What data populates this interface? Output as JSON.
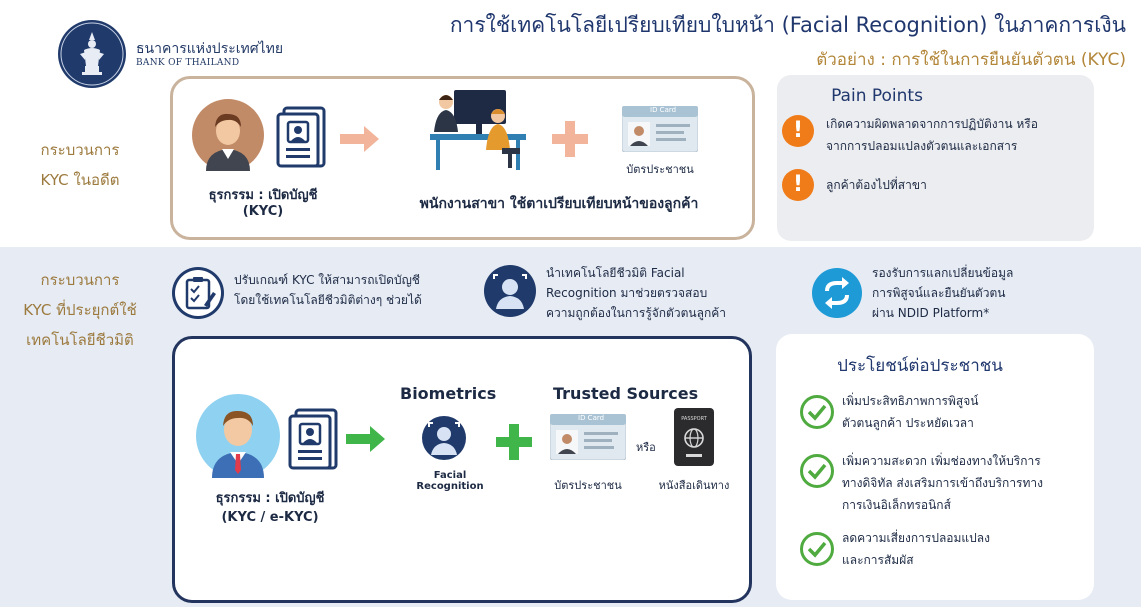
{
  "header": {
    "org_name_th": "ธนาคารแห่งประเทศไทย",
    "org_name_en": "BANK OF THAILAND",
    "title": "การใช้เทคโนโลยีเปรียบเทียบใบหน้า (Facial Recognition) ในภาคการเงิน",
    "subtitle": "ตัวอย่าง : การใช้ในการยืนยันตัวตน (KYC)"
  },
  "past": {
    "section_label_line1": "กระบวนการ",
    "section_label_line2": "KYC ในอดีต",
    "transaction_label": "ธุรกรรม : เปิดบัญชี",
    "transaction_code": "(KYC)",
    "id_card_badge": "ID Card",
    "id_card_label": "บัตรประชาชน",
    "staff_caption": "พนักงานสาขา ใช้ตาเปรียบเทียบหน้าของลูกค้า"
  },
  "pain_points": {
    "title": "Pain Points",
    "items": [
      {
        "line1": "เกิดความผิดพลาดจากการปฏิบัติงาน หรือ",
        "line2": "จากการปลอมแปลงตัวตนและเอกสาร"
      },
      {
        "line1": "ลูกค้าต้องไปที่สาขา",
        "line2": ""
      }
    ]
  },
  "new_process": {
    "section_label_line1": "กระบวนการ",
    "section_label_line2": "KYC ที่ประยุกต์ใช้",
    "section_label_line3": "เทคโนโลยีชีวมิติ",
    "features": [
      {
        "line1": "ปรับเกณฑ์ KYC ให้สามารถเปิดบัญชี",
        "line2": "โดยใช้เทคโนโลยีชีวมิติต่างๆ ช่วยได้",
        "line3": ""
      },
      {
        "line1": "นำเทคโนโลยีชีวมิติ Facial",
        "line2": "Recognition มาช่วยตรวจสอบ",
        "line3": "ความถูกต้องในการรู้จักตัวตนลูกค้า"
      },
      {
        "line1": "รองรับการแลกเปลี่ยนข้อมูล",
        "line2": "การพิสูจน์และยืนยันตัวตน",
        "line3": "ผ่าน NDID Platform*"
      }
    ],
    "transaction_label": "ธุรกรรม : เปิดบัญชี",
    "transaction_code": "(KYC / e-KYC)",
    "biometrics_heading": "Biometrics",
    "facial_label_line1": "Facial",
    "facial_label_line2": "Recognition",
    "trusted_heading": "Trusted Sources",
    "id_card_badge": "ID Card",
    "or_text": "หรือ",
    "passport_badge": "PASSPORT",
    "id_card_label": "บัตรประชาชน",
    "passport_label": "หนังสือเดินทาง"
  },
  "benefits": {
    "title": "ประโยชน์ต่อประชาชน",
    "items": [
      {
        "line1": "เพิ่มประสิทธิภาพการพิสูจน์",
        "line2": "ตัวตนลูกค้า ประหยัดเวลา",
        "line3": ""
      },
      {
        "line1": "เพิ่มความสะดวก เพิ่มช่องทางให้บริการ",
        "line2": "ทางดิจิทัล ส่งเสริมการเข้าถึงบริการทาง",
        "line3": "การเงินอิเล็กทรอนิกส์"
      },
      {
        "line1": "ลดความเสี่ยงการปลอมแปลง",
        "line2": "และการสัมผัส",
        "line3": ""
      }
    ]
  },
  "colors": {
    "navy": "#1f3a6b",
    "gold": "#9c7a3e",
    "orange_alert": "#f07b19",
    "green_check": "#4fab3f",
    "green_arrow": "#3fb54a",
    "salmon_arrow": "#f2b49a"
  }
}
